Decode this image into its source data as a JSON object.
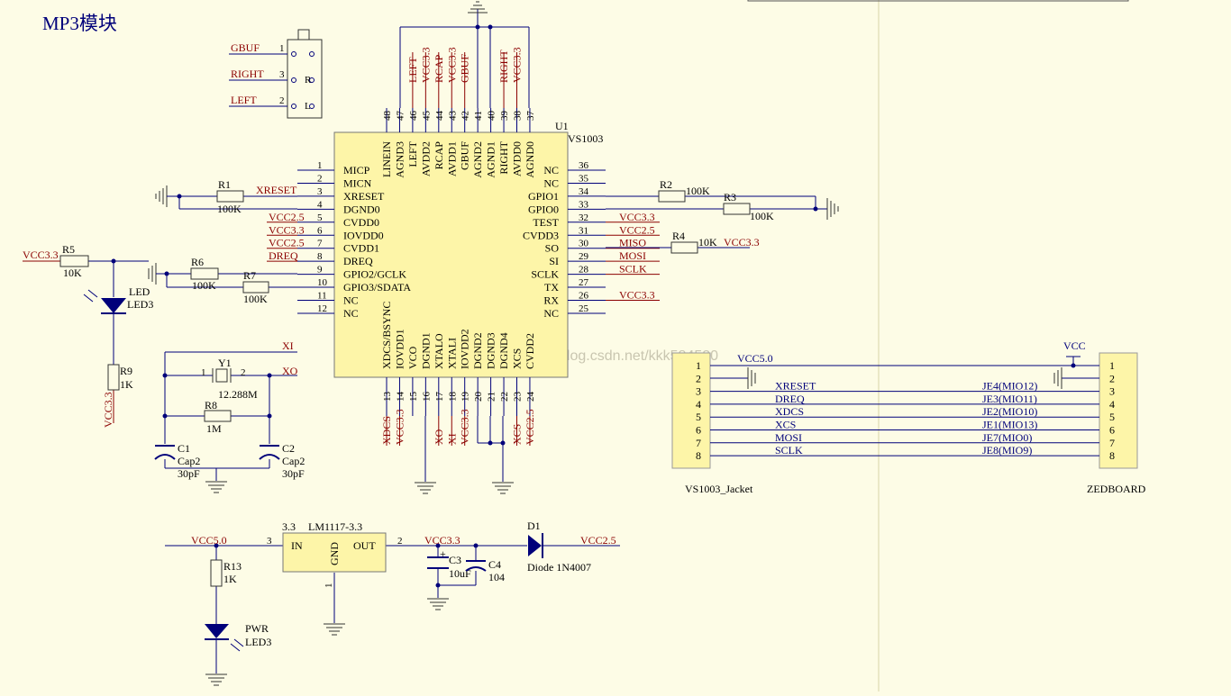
{
  "page": {
    "title": "MP3模块",
    "watermark": "http://blog.csdn.net/kkk584520"
  },
  "colors": {
    "wire": "#00007a",
    "net": "#8b0000",
    "chip": "#fdf5a8",
    "sheet": "#fdfce6"
  },
  "icons": [
    "headphone-jack-icon",
    "ground-icon",
    "resistor-icon",
    "capacitor-icon",
    "crystal-icon",
    "led-icon",
    "diode-icon"
  ],
  "jack": {
    "pins": [
      {
        "net": "GBUF",
        "num": "1",
        "tag": ""
      },
      {
        "net": "RIGHT",
        "num": "3",
        "tag": "R"
      },
      {
        "net": "LEFT",
        "num": "2",
        "tag": "L"
      }
    ]
  },
  "u1": {
    "ref": "U1",
    "part": "VS1003",
    "left_pins": [
      {
        "num": "1",
        "name": "MICP",
        "net": ""
      },
      {
        "num": "2",
        "name": "MICN",
        "net": ""
      },
      {
        "num": "3",
        "name": "XRESET",
        "net": "XRESET"
      },
      {
        "num": "4",
        "name": "DGND0",
        "net": ""
      },
      {
        "num": "5",
        "name": "CVDD0",
        "net": "VCC2.5"
      },
      {
        "num": "6",
        "name": "IOVDD0",
        "net": "VCC3.3"
      },
      {
        "num": "7",
        "name": "CVDD1",
        "net": "VCC2.5"
      },
      {
        "num": "8",
        "name": "DREQ",
        "net": "DREQ"
      },
      {
        "num": "9",
        "name": "GPIO2/GCLK",
        "net": ""
      },
      {
        "num": "10",
        "name": "GPIO3/SDATA",
        "net": ""
      },
      {
        "num": "11",
        "name": "NC",
        "net": ""
      },
      {
        "num": "12",
        "name": "NC",
        "net": ""
      }
    ],
    "right_pins": [
      {
        "num": "36",
        "name": "NC",
        "net": ""
      },
      {
        "num": "35",
        "name": "NC",
        "net": ""
      },
      {
        "num": "34",
        "name": "GPIO1",
        "net": ""
      },
      {
        "num": "33",
        "name": "GPIO0",
        "net": ""
      },
      {
        "num": "32",
        "name": "TEST",
        "net": "VCC3.3"
      },
      {
        "num": "31",
        "name": "CVDD3",
        "net": "VCC2.5"
      },
      {
        "num": "30",
        "name": "SO",
        "net": "MISO"
      },
      {
        "num": "29",
        "name": "SI",
        "net": "MOSI"
      },
      {
        "num": "28",
        "name": "SCLK",
        "net": "SCLK"
      },
      {
        "num": "27",
        "name": "TX",
        "net": ""
      },
      {
        "num": "26",
        "name": "RX",
        "net": "VCC3.3"
      },
      {
        "num": "25",
        "name": "NC",
        "net": ""
      }
    ],
    "top_pins": [
      {
        "num": "48",
        "name": "LINEIN",
        "net": ""
      },
      {
        "num": "47",
        "name": "AGND3",
        "net": ""
      },
      {
        "num": "46",
        "name": "LEFT",
        "net": "LEFT"
      },
      {
        "num": "45",
        "name": "AVDD2",
        "net": "VCC3.3"
      },
      {
        "num": "44",
        "name": "RCAP",
        "net": "RCAP"
      },
      {
        "num": "43",
        "name": "AVDD1",
        "net": "VCC3.3"
      },
      {
        "num": "42",
        "name": "GBUF",
        "net": "GBUF"
      },
      {
        "num": "41",
        "name": "AGND2",
        "net": ""
      },
      {
        "num": "40",
        "name": "AGND1",
        "net": ""
      },
      {
        "num": "39",
        "name": "RIGHT",
        "net": "RIGHT"
      },
      {
        "num": "38",
        "name": "AVDD0",
        "net": "VCC3.3"
      },
      {
        "num": "37",
        "name": "AGND0",
        "net": ""
      }
    ],
    "bottom_pins": [
      {
        "num": "13",
        "name": "XDCS/BSYNC",
        "net": "XDCS"
      },
      {
        "num": "14",
        "name": "IOVDD1",
        "net": "VCC3.3"
      },
      {
        "num": "15",
        "name": "VCO",
        "net": ""
      },
      {
        "num": "16",
        "name": "DGND1",
        "net": ""
      },
      {
        "num": "17",
        "name": "XTALO",
        "net": "XO"
      },
      {
        "num": "18",
        "name": "XTALI",
        "net": "XI"
      },
      {
        "num": "19",
        "name": "IOVDD2",
        "net": "VCC3.3"
      },
      {
        "num": "20",
        "name": "DGND2",
        "net": ""
      },
      {
        "num": "21",
        "name": "DGND3",
        "net": ""
      },
      {
        "num": "22",
        "name": "DGND4",
        "net": ""
      },
      {
        "num": "23",
        "name": "XCS",
        "net": "XCS"
      },
      {
        "num": "24",
        "name": "CVDD2",
        "net": "VCC2.5"
      }
    ]
  },
  "parts": {
    "r1": {
      "ref": "R1",
      "value": "100K"
    },
    "r2": {
      "ref": "R2",
      "value": "100K"
    },
    "r3": {
      "ref": "R3",
      "value": "100K"
    },
    "r4": {
      "ref": "R4",
      "value": "10K"
    },
    "r5": {
      "ref": "R5",
      "value": "10K"
    },
    "r6": {
      "ref": "R6",
      "value": "100K"
    },
    "r7": {
      "ref": "R7",
      "value": "100K"
    },
    "r8": {
      "ref": "R8",
      "value": "1M"
    },
    "r9": {
      "ref": "R9",
      "value": "1K"
    },
    "r13": {
      "ref": "R13",
      "value": "1K"
    },
    "y1": {
      "ref": "Y1",
      "value": "12.288M",
      "p1": "1",
      "p2": "2"
    },
    "c1": {
      "ref": "C1",
      "type": "Cap2",
      "value": "30pF"
    },
    "c2": {
      "ref": "C2",
      "type": "Cap2",
      "value": "30pF"
    },
    "c3": {
      "ref": "C3",
      "value": "10uF",
      "pol": "+"
    },
    "c4": {
      "ref": "C4",
      "value": "104"
    },
    "led3": {
      "ref": "LED",
      "part": "LED3"
    },
    "pwr": {
      "ref": "PWR",
      "part": "LED3"
    },
    "d1": {
      "ref": "D1",
      "part": "Diode 1N4007"
    },
    "reg": {
      "part": "LM1117-3.3",
      "tag": "3.3",
      "in": "IN",
      "gnd": "GND",
      "out": "OUT",
      "pin_in": "3",
      "pin_out": "2",
      "pin_gnd": "1"
    }
  },
  "nets": {
    "vcc33": "VCC3.3",
    "vcc25": "VCC2.5",
    "vcc50": "VCC5.0",
    "xreset": "XRESET",
    "xi": "XI",
    "xo": "XO",
    "vcc10k": "VCC3.3",
    "vcc": "VCC"
  },
  "jacket": {
    "left_name": "VS1003_Jacket",
    "right_name": "ZEDBOARD",
    "vcc_label": "VCC5.0",
    "rows": [
      {
        "num": "1",
        "sig": "",
        "je": ""
      },
      {
        "num": "2",
        "sig": "",
        "je": ""
      },
      {
        "num": "3",
        "sig": "XRESET",
        "je": "JE4(MIO12)"
      },
      {
        "num": "4",
        "sig": "DREQ",
        "je": "JE3(MIO11)"
      },
      {
        "num": "5",
        "sig": "XDCS",
        "je": "JE2(MIO10)"
      },
      {
        "num": "6",
        "sig": "XCS",
        "je": "JE1(MIO13)"
      },
      {
        "num": "7",
        "sig": "MOSI",
        "je": "JE7(MIO0)"
      },
      {
        "num": "8",
        "sig": "SCLK",
        "je": "JE8(MIO9)"
      }
    ]
  }
}
